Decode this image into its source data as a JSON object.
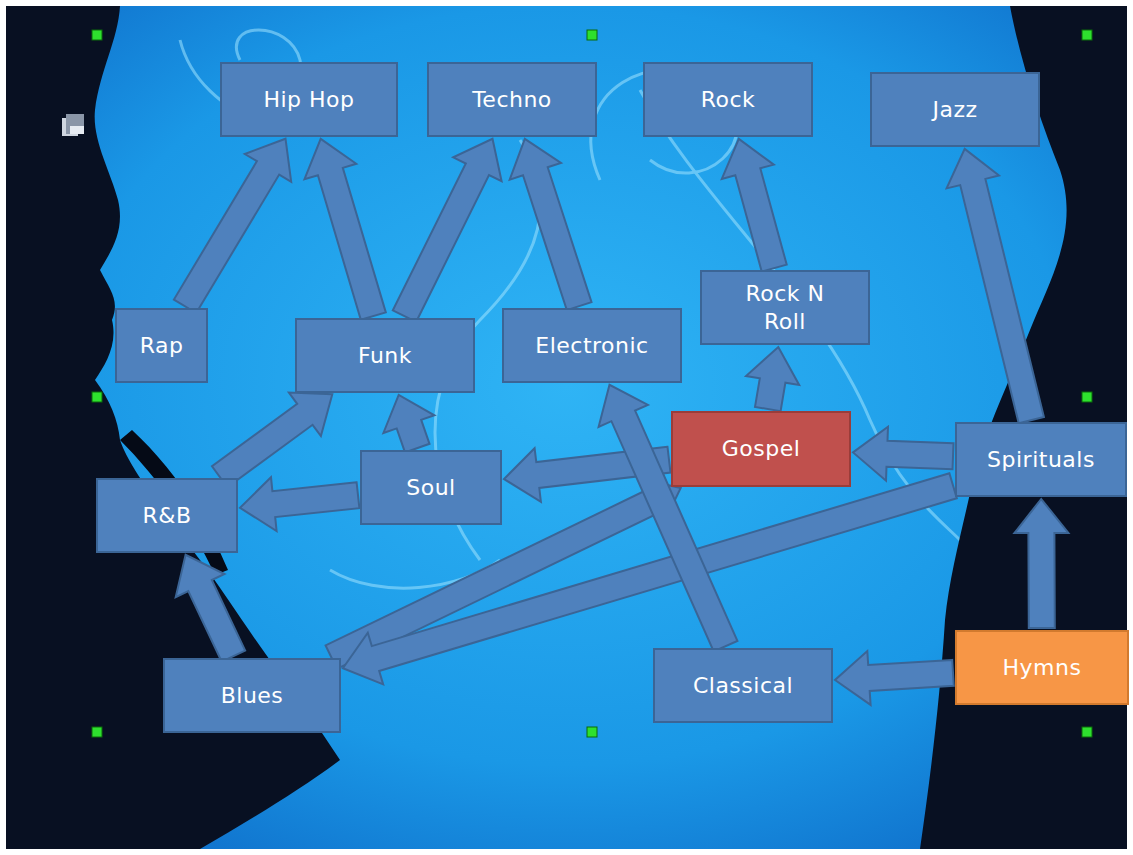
{
  "diagram": {
    "nodes": [
      {
        "text": [
          "Hip Hop"
        ]
      },
      {
        "text": [
          "Techno"
        ]
      },
      {
        "text": [
          "Rock"
        ]
      },
      {
        "text": [
          "Jazz"
        ]
      },
      {
        "text": [
          "Rap"
        ]
      },
      {
        "text": [
          "Funk"
        ]
      },
      {
        "text": [
          "Electronic"
        ]
      },
      {
        "text": [
          "Rock N Roll"
        ]
      },
      {
        "text": [
          "Gospel"
        ]
      },
      {
        "text": [
          "Spirituals"
        ]
      },
      {
        "text": [
          "R&B"
        ]
      },
      {
        "text": [
          "Soul"
        ]
      },
      {
        "text": [
          "Blues"
        ]
      },
      {
        "text": [
          "Classical"
        ]
      },
      {
        "text": [
          "Hymns"
        ]
      }
    ],
    "edges": [
      {
        "from": 4,
        "to": 0,
        "arrow": "to"
      },
      {
        "from": 5,
        "to": 0,
        "arrow": "to"
      },
      {
        "from": 5,
        "to": 1,
        "arrow": "to"
      },
      {
        "from": 6,
        "to": 1,
        "arrow": "to"
      },
      {
        "from": 7,
        "to": 2,
        "arrow": "to"
      },
      {
        "from": 9,
        "to": 3,
        "arrow": "to"
      },
      {
        "from": 8,
        "to": 7,
        "arrow": "to"
      },
      {
        "from": 9,
        "to": 8,
        "arrow": "to"
      },
      {
        "from": 8,
        "to": 11,
        "arrow": "to"
      },
      {
        "from": 11,
        "to": 5,
        "arrow": "to"
      },
      {
        "from": 11,
        "to": 10,
        "arrow": "to"
      },
      {
        "from": 10,
        "to": 5,
        "arrow": "to"
      },
      {
        "from": 12,
        "to": 10,
        "arrow": "to"
      },
      {
        "from": 12,
        "to": 8,
        "arrow": "to"
      },
      {
        "from": 9,
        "to": 12,
        "arrow": "to"
      },
      {
        "from": 13,
        "to": 6,
        "arrow": "to"
      },
      {
        "from": 14,
        "to": 9,
        "arrow": "to"
      },
      {
        "from": 14,
        "to": 13,
        "arrow": "to"
      }
    ]
  }
}
